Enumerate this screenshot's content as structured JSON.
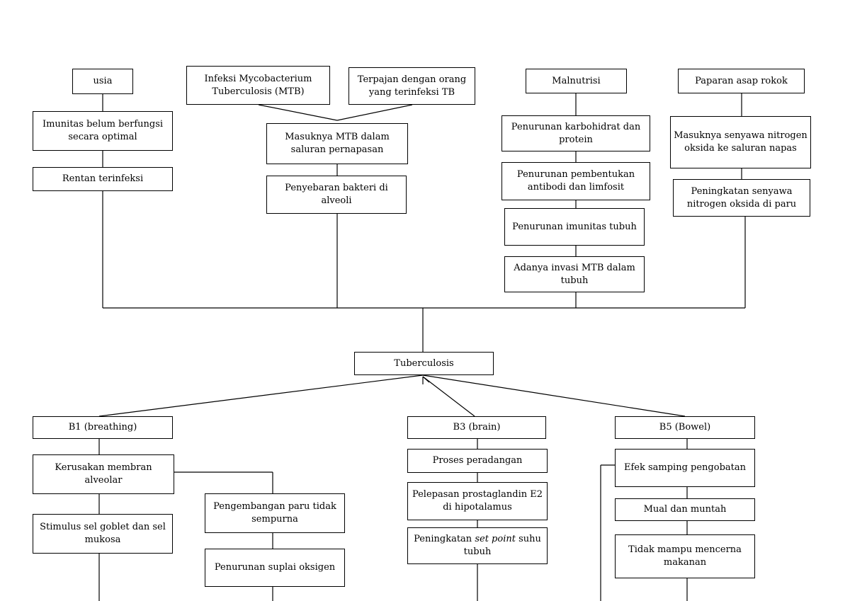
{
  "nodes": {
    "usia": "usia",
    "imunitas_belum": "Imunitas belum berfungsi secara optimal",
    "rentan_terinfeksi": "Rentan terinfeksi",
    "infeksi_mtb": "Infeksi Mycobacterium Tuberculosis (MTB)",
    "terpajan": "Terpajan dengan orang yang terinfeksi TB",
    "masuknya_mtb": "Masuknya MTB dalam saluran pernapasan",
    "penyebaran_bakteri": "Penyebaran bakteri di alveoli",
    "malnutrisi": "Malnutrisi",
    "penurunan_karbohidrat": "Penurunan karbohidrat dan protein",
    "penurunan_pembentukan": "Penurunan pembentukan antibodi dan limfosit",
    "penurunan_imunitas": "Penurunan imunitas tubuh",
    "adanya_invasi": "Adanya invasi MTB dalam tubuh",
    "paparan_asap": "Paparan asap rokok",
    "masuknya_senyawa": "Masuknya senyawa nitrogen oksida ke saluran napas",
    "peningkatan_senyawa": "Peningkatan senyawa nitrogen oksida di paru",
    "tuberculosis": "Tuberculosis",
    "b1": "B1 (breathing)",
    "kerusakan_membran": "Kerusakan membran alveolar",
    "stimulus_sel": "Stimulus sel goblet dan sel mukosa",
    "pengembangan_paru": "Pengembangan paru tidak sempurna",
    "penurunan_suplai": "Penurunan suplai oksigen",
    "b3": "B3 (brain)",
    "proses_peradangan": "Proses peradangan",
    "pelepasan_prostaglandin": "Pelepasan prostaglandin E2 di hipotalamus",
    "peningkatan_set_point_pre": "Peningkatan ",
    "peningkatan_set_point_em": "set point",
    "peningkatan_set_point_post": " suhu tubuh",
    "b5": "B5 (Bowel)",
    "efek_samping": "Efek samping pengobatan",
    "mual_muntah": "Mual dan muntah",
    "tidak_mampu": "Tidak mampu mencerna makanan"
  }
}
